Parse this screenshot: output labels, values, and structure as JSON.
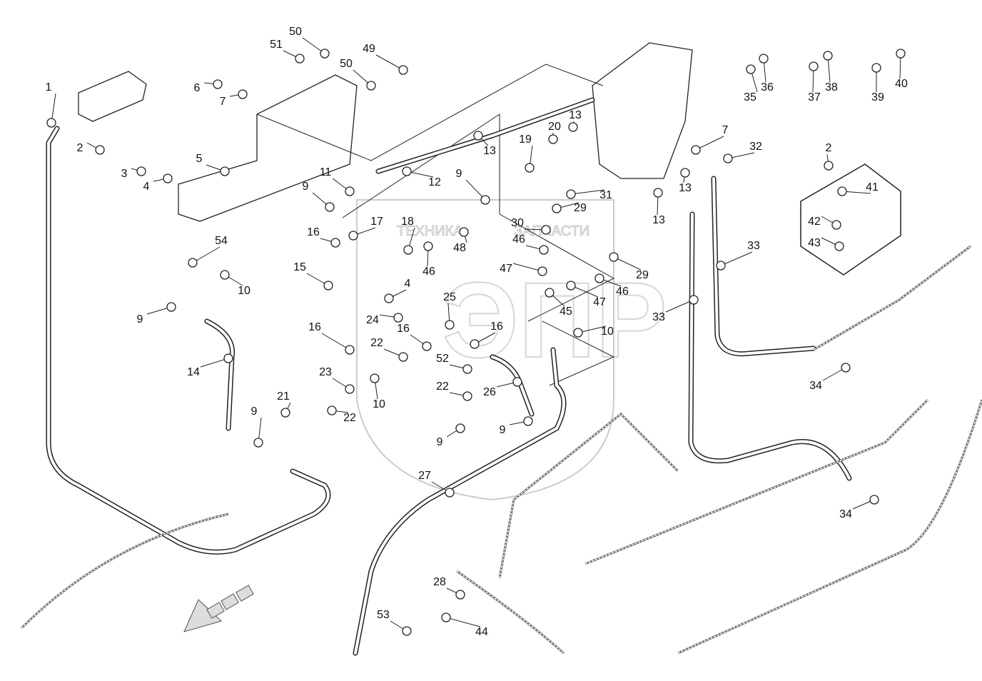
{
  "watermark": {
    "left": "ТЕХНИКА",
    "right": "ЗАПЧАСТИ",
    "logo": "ЭПР"
  },
  "callouts": [
    "1",
    "50",
    "51",
    "49",
    "50",
    "6",
    "7",
    "2",
    "3",
    "4",
    "5",
    "11",
    "12",
    "9",
    "13",
    "19",
    "20",
    "13",
    "7",
    "32",
    "2",
    "41",
    "42",
    "43",
    "35",
    "36",
    "37",
    "38",
    "39",
    "40",
    "9",
    "17",
    "18",
    "16",
    "48",
    "30",
    "29",
    "31",
    "13",
    "13",
    "33",
    "33",
    "46",
    "46",
    "54",
    "15",
    "10",
    "9",
    "47",
    "4",
    "29",
    "46",
    "47",
    "45",
    "25",
    "24",
    "16",
    "16",
    "10",
    "16",
    "22",
    "52",
    "14",
    "23",
    "10",
    "22",
    "26",
    "21",
    "22",
    "9",
    "9",
    "9",
    "34",
    "27",
    "34",
    "28",
    "53",
    "44"
  ],
  "direction_arrow": "travel-direction-arrow"
}
